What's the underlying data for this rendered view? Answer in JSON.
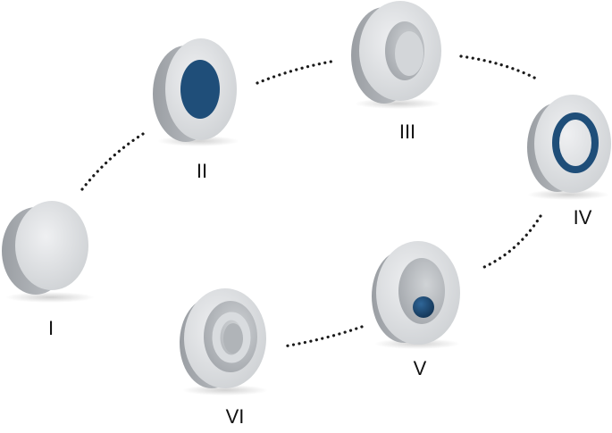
{
  "diagram": {
    "colors": {
      "disc_face": "#e2e4e6",
      "disc_side": "#a7abb0",
      "cavity": "#b9bdc1",
      "fill": "#1f4e79",
      "connector": "#1a1a1a",
      "label": "#111111"
    },
    "stages": [
      {
        "id": "stage-1",
        "label": "I",
        "features": "plain disc"
      },
      {
        "id": "stage-2",
        "label": "II",
        "features": "disc with filled center"
      },
      {
        "id": "stage-3",
        "label": "III",
        "features": "disc with shallow cavity"
      },
      {
        "id": "stage-4",
        "label": "IV",
        "features": "disc with ring"
      },
      {
        "id": "stage-5",
        "label": "V",
        "features": "disc with cavity and small sphere"
      },
      {
        "id": "stage-6",
        "label": "VI",
        "features": "disc with cavity and raised ring"
      }
    ],
    "connections": [
      [
        "stage-1",
        "stage-2"
      ],
      [
        "stage-2",
        "stage-3"
      ],
      [
        "stage-3",
        "stage-4"
      ],
      [
        "stage-4",
        "stage-5"
      ],
      [
        "stage-5",
        "stage-6"
      ]
    ]
  }
}
